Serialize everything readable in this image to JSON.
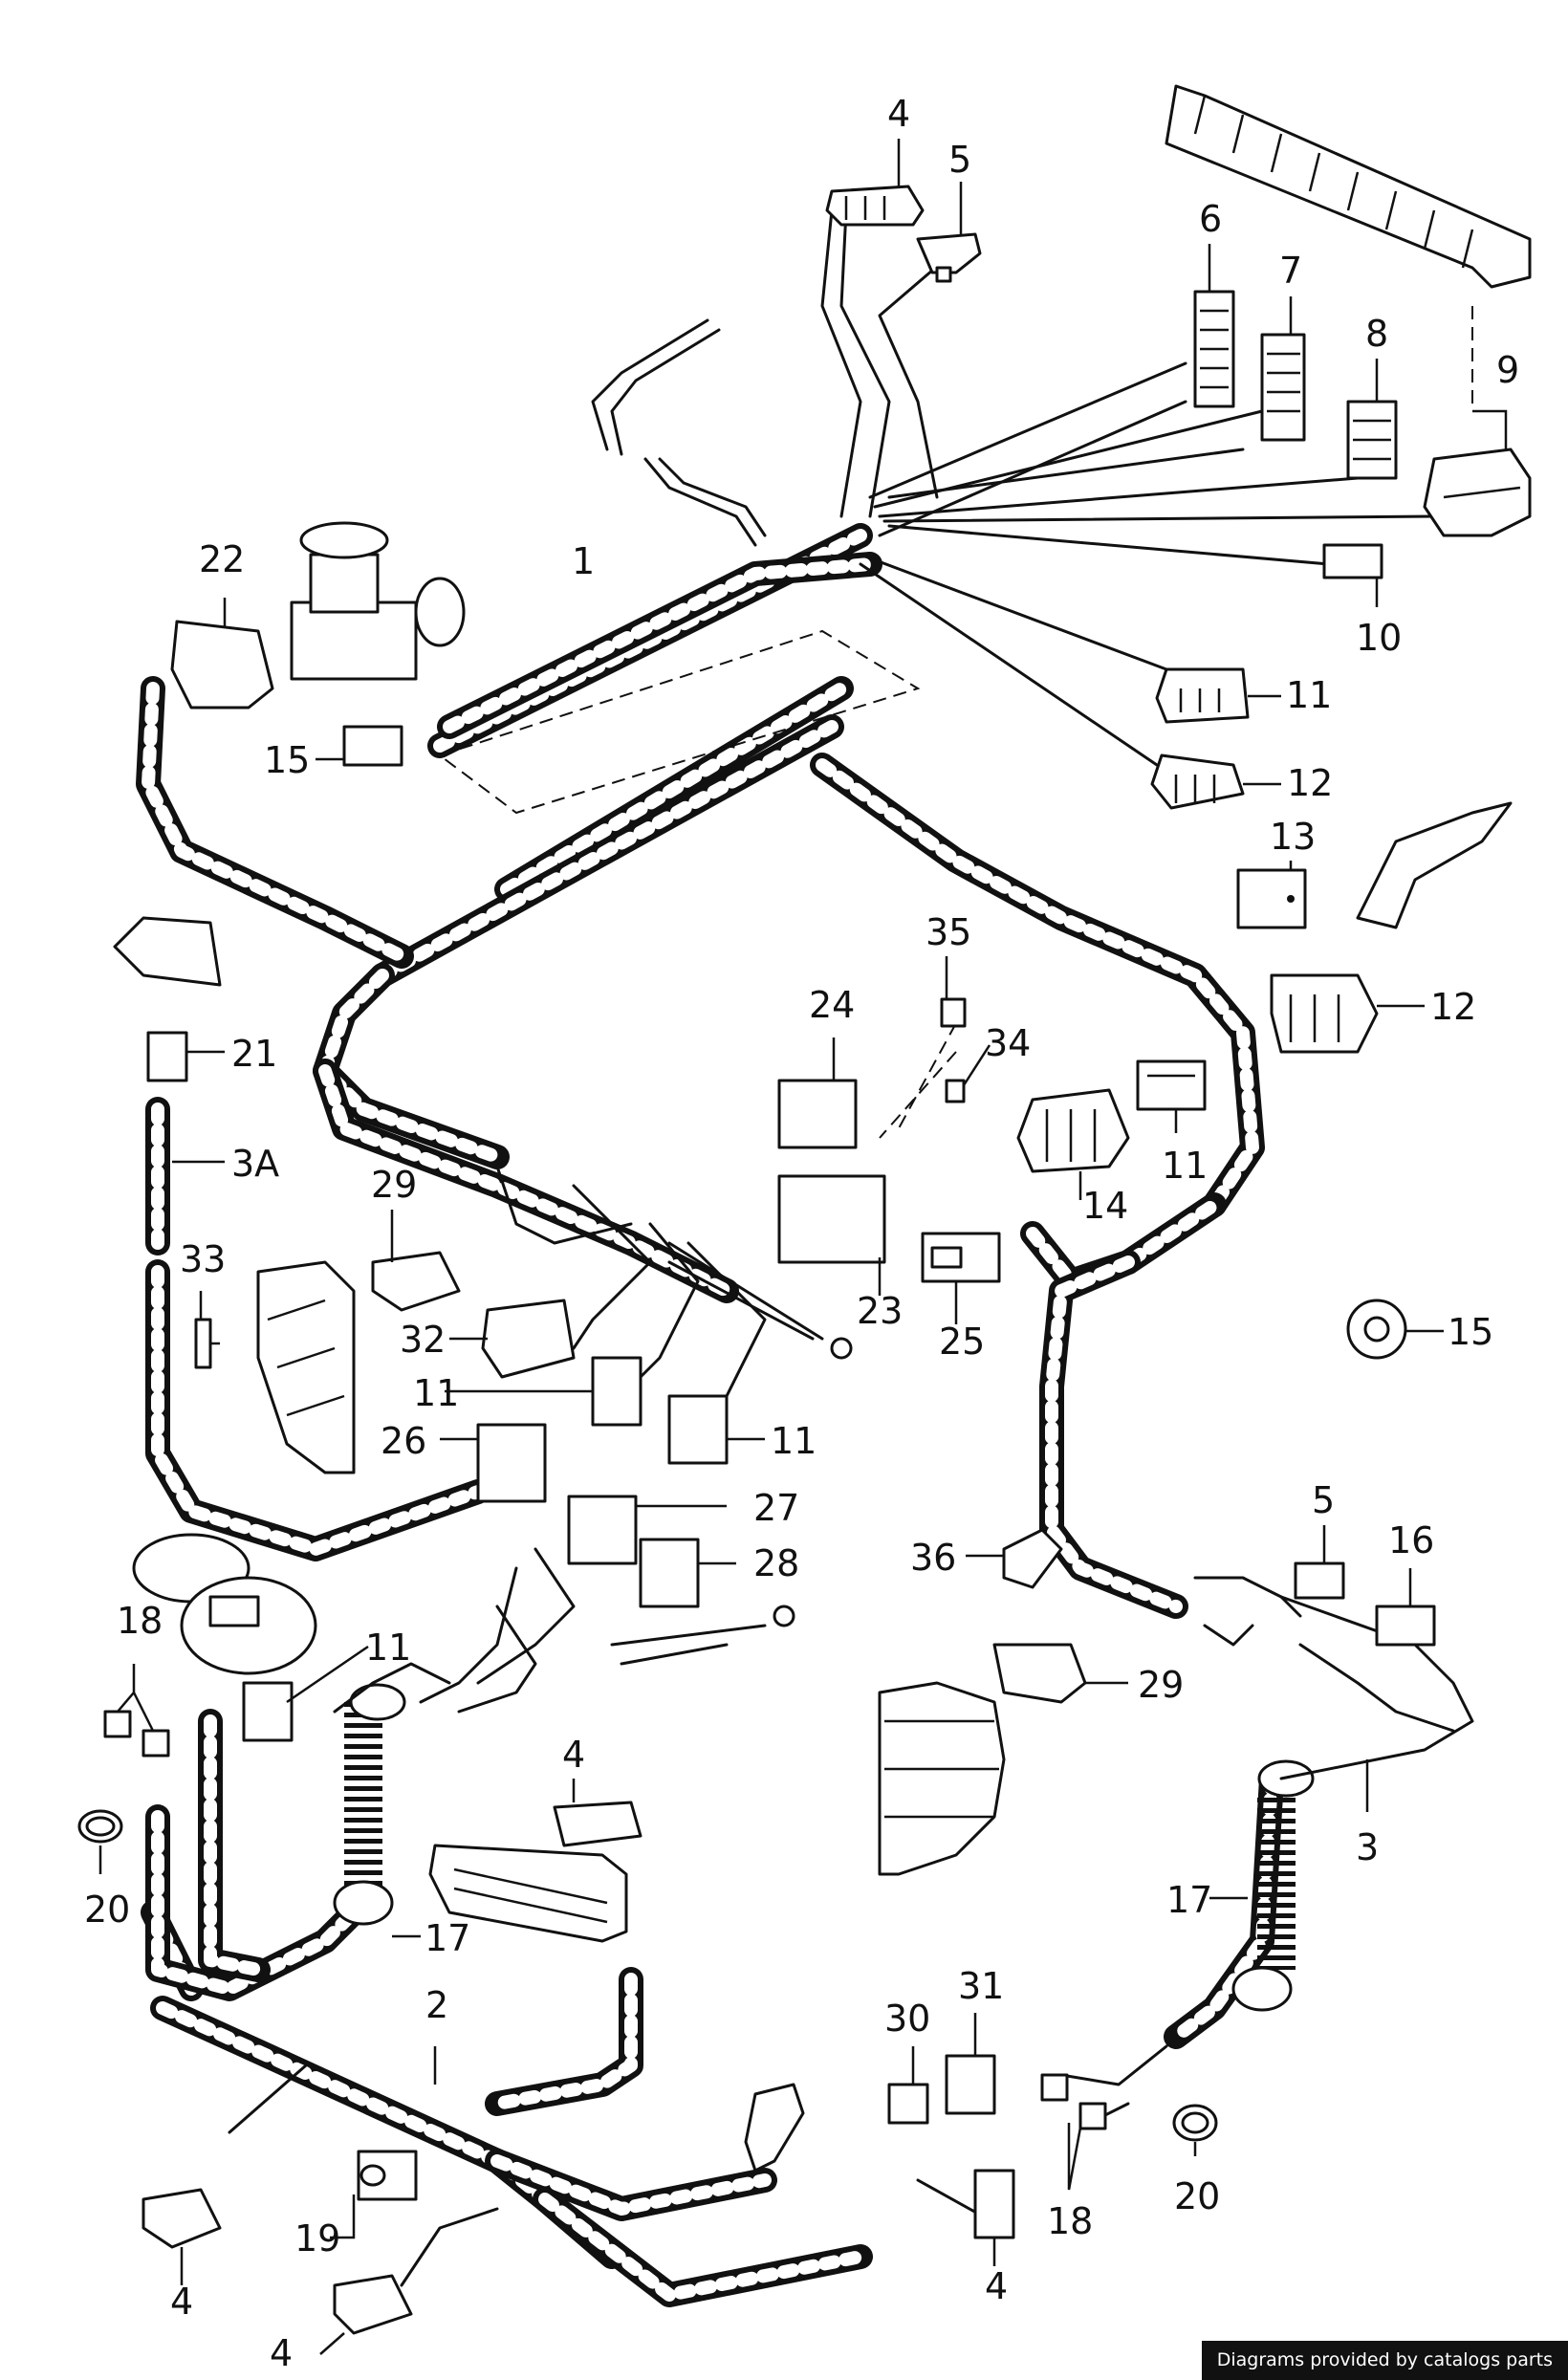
{
  "callouts": {
    "c1": "1",
    "c2": "2",
    "c3": "3",
    "c3A": "3A",
    "c4_top": "4",
    "c4_mid": "4",
    "c4_bl": "4",
    "c4_bb": "4",
    "c4_br": "4",
    "c5_top": "5",
    "c5_right": "5",
    "c6": "6",
    "c7": "7",
    "c8": "8",
    "c9": "9",
    "c10": "10",
    "c11_top": "11",
    "c11_mid": "11",
    "c11_a": "11",
    "c11_b": "11",
    "c11_left": "11",
    "c12_a": "12",
    "c12_b": "12",
    "c13": "13",
    "c14": "14",
    "c15_left": "15",
    "c15_right": "15",
    "c16": "16",
    "c17_left": "17",
    "c17_right": "17",
    "c18_left": "18",
    "c18_right": "18",
    "c19": "19",
    "c20_left": "20",
    "c20_right": "20",
    "c21": "21",
    "c22": "22",
    "c23": "23",
    "c24": "24",
    "c25": "25",
    "c26": "26",
    "c27": "27",
    "c28": "28",
    "c29_left": "29",
    "c29_right": "29",
    "c30": "30",
    "c31": "31",
    "c32": "32",
    "c33": "33",
    "c34": "34",
    "c35": "35",
    "c36": "36"
  },
  "footer": {
    "credit": "Diagrams provided by catalogs parts"
  },
  "colors": {
    "ink": "#111111",
    "paper": "#ffffff",
    "badge_bg": "#111111",
    "badge_text": "#ffffff"
  }
}
